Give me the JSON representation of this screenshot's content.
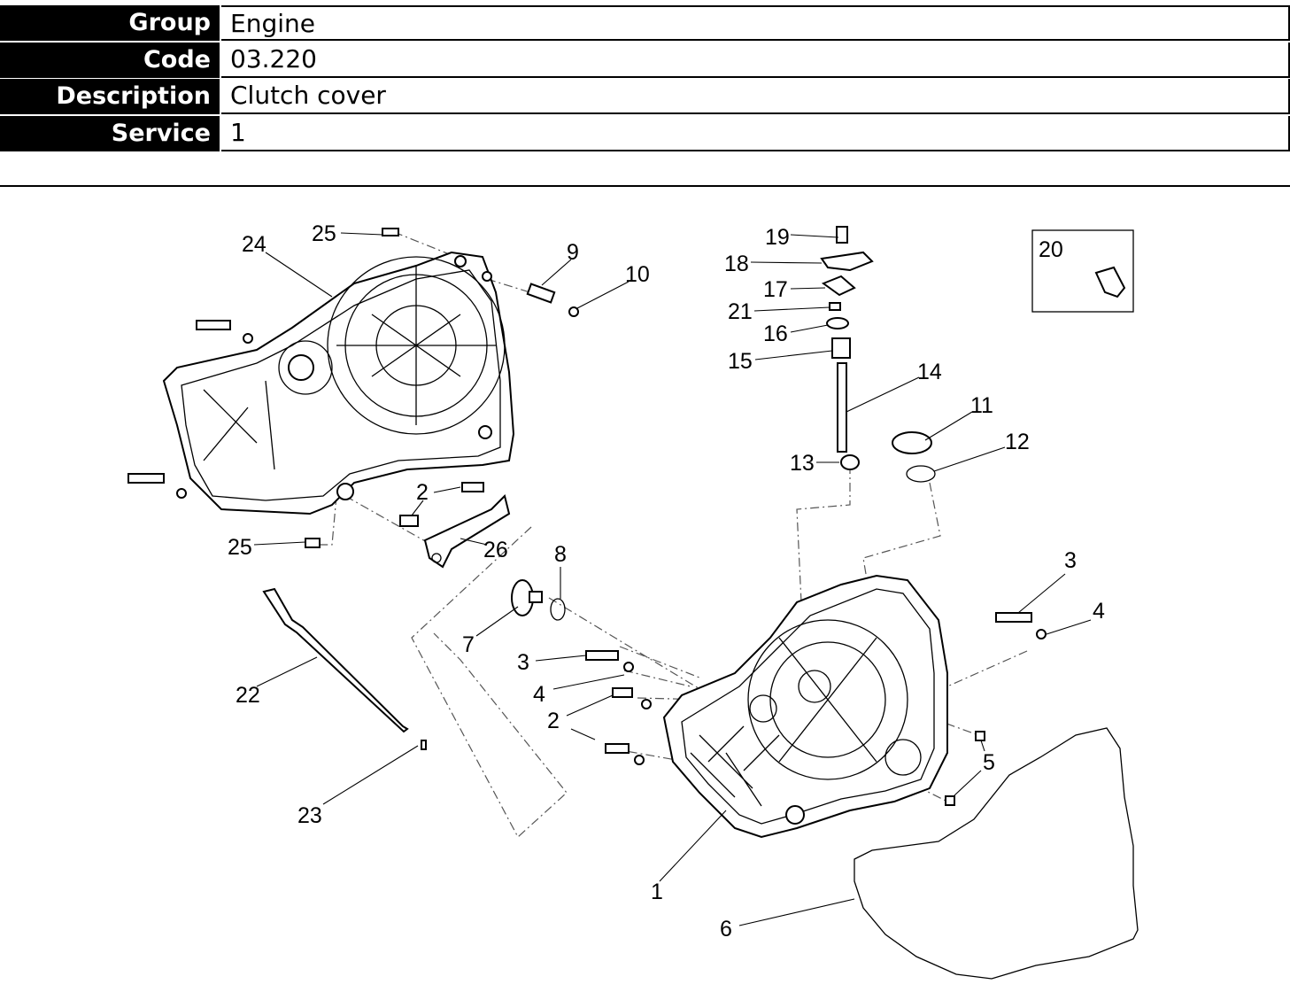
{
  "header": {
    "rows": [
      {
        "label": "Group",
        "value": "Engine"
      },
      {
        "label": "Code",
        "value": "03.220"
      },
      {
        "label": "Description",
        "value": "Clutch cover"
      },
      {
        "label": "Service",
        "value": "1"
      }
    ]
  },
  "diagram": {
    "callouts": [
      "1",
      "2",
      "2",
      "2",
      "3",
      "3",
      "4",
      "4",
      "5",
      "6",
      "7",
      "8",
      "9",
      "10",
      "11",
      "12",
      "13",
      "14",
      "15",
      "16",
      "17",
      "18",
      "19",
      "20",
      "21",
      "22",
      "23",
      "24",
      "25",
      "25",
      "26"
    ]
  }
}
